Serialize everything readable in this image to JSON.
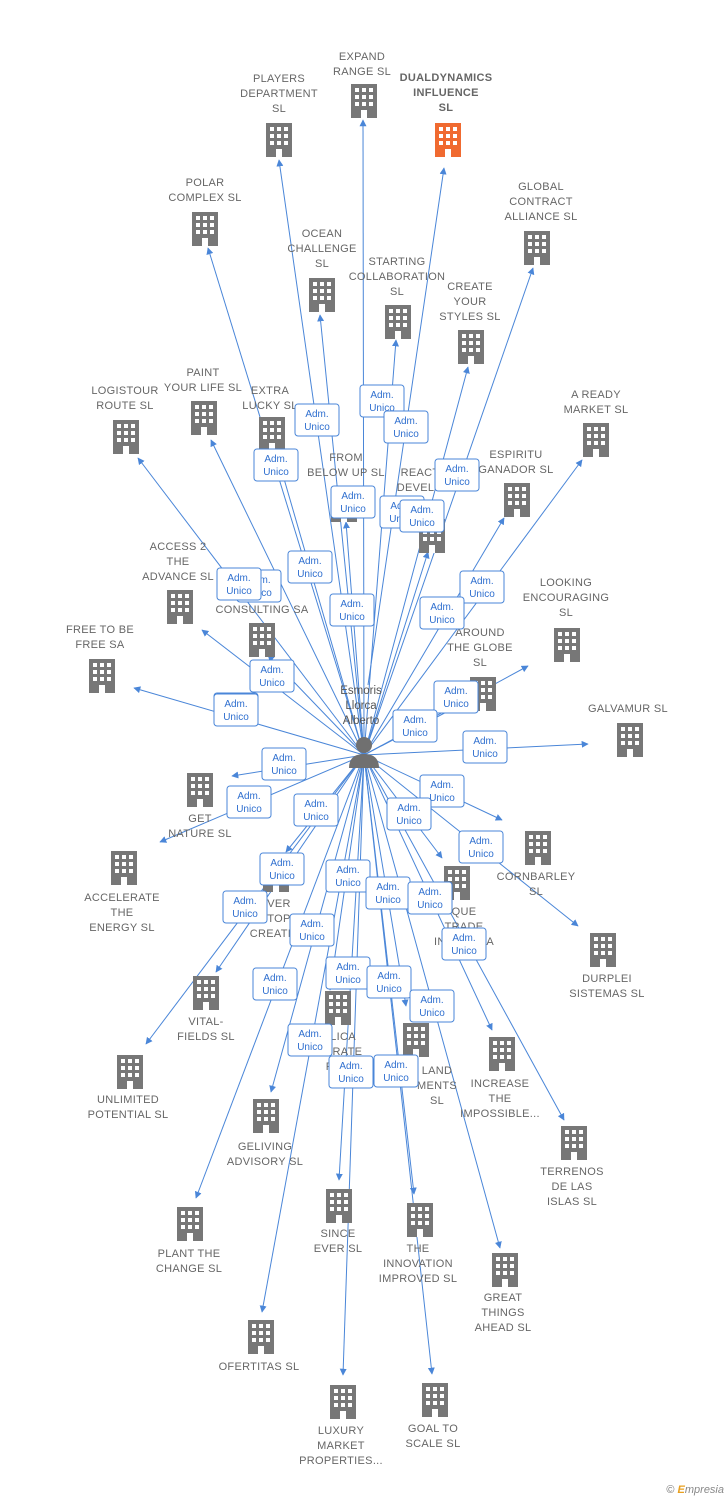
{
  "colors": {
    "edge": "#4a86d8",
    "building": "#777777",
    "highlight": "#f06a30",
    "person": "#707070",
    "role_border": "#4a86d8",
    "role_text": "#2f6fcf"
  },
  "center": {
    "name_lines": [
      "Esmoris",
      "Llorca",
      "Alberto"
    ],
    "icon": "person-icon"
  },
  "role_label_lines": [
    "Adm.",
    "Unico"
  ],
  "nodes": [
    {
      "id": "dualdynamics",
      "lines": [
        "DUALDYNAMICS",
        "INFLUENCE",
        "SL"
      ],
      "highlight": true
    },
    {
      "id": "expand-range",
      "lines": [
        "EXPAND",
        "RANGE  SL"
      ]
    },
    {
      "id": "players-department",
      "lines": [
        "PLAYERS",
        "DEPARTMENT",
        "SL"
      ]
    },
    {
      "id": "polar-complex",
      "lines": [
        "POLAR",
        "COMPLEX  SL"
      ]
    },
    {
      "id": "global-contract",
      "lines": [
        "GLOBAL",
        "CONTRACT",
        "ALLIANCE  SL"
      ]
    },
    {
      "id": "ocean-challenge",
      "lines": [
        "OCEAN",
        "CHALLENGE",
        "SL"
      ]
    },
    {
      "id": "starting-collaboration",
      "lines": [
        "STARTING",
        "COLLABORATION",
        "SL"
      ]
    },
    {
      "id": "create-your-styles",
      "lines": [
        "CREATE",
        "YOUR",
        "STYLES  SL"
      ]
    },
    {
      "id": "logistour-route",
      "lines": [
        "LOGISTOUR",
        "ROUTE  SL"
      ]
    },
    {
      "id": "paint-your-life",
      "lines": [
        "PAINT",
        "YOUR LIFE  SL"
      ]
    },
    {
      "id": "extra-lucky",
      "lines": [
        "EXTRA",
        "LUCKY  SL"
      ]
    },
    {
      "id": "a-ready-market",
      "lines": [
        "A READY",
        "MARKET  SL"
      ]
    },
    {
      "id": "from-below-up",
      "lines": [
        "FROM",
        "BELOW UP  SL"
      ]
    },
    {
      "id": "react-develo",
      "lines": [
        "REACT",
        "DEVELO",
        "SL"
      ]
    },
    {
      "id": "espiritu-ganador",
      "lines": [
        "ESPIRITU",
        "GANADOR SL"
      ]
    },
    {
      "id": "access-2-the-advance",
      "lines": [
        "ACCESS 2",
        "THE",
        "ADVANCE  SL"
      ]
    },
    {
      "id": "nox-consulting",
      "lines": [
        "NOX",
        "CONSULTING SA"
      ]
    },
    {
      "id": "looking-encouraging",
      "lines": [
        "LOOKING",
        "ENCOURAGING",
        "SL"
      ]
    },
    {
      "id": "free-to-be-free",
      "lines": [
        "FREE TO BE",
        "FREE SA"
      ]
    },
    {
      "id": "around-the-globe",
      "lines": [
        "AROUND",
        "THE GLOBE",
        "SL"
      ]
    },
    {
      "id": "galvamur",
      "lines": [
        "GALVAMUR  SL"
      ]
    },
    {
      "id": "get-nature",
      "lines": [
        "GET",
        "NATURE  SL"
      ]
    },
    {
      "id": "accelerate-the-energy",
      "lines": [
        "ACCELERATE",
        "THE",
        "ENERGY  SL"
      ]
    },
    {
      "id": "cornbarley",
      "lines": [
        "CORNBARLEY",
        "SL"
      ]
    },
    {
      "id": "never-stop-creating",
      "lines": [
        "VER",
        "TOP",
        "CREATING"
      ]
    },
    {
      "id": "unique-trade-investments",
      "lines": [
        "QUE",
        "TRADE",
        "INVEST          SA"
      ]
    },
    {
      "id": "durplei-sistemas",
      "lines": [
        "DURPLEI",
        "SISTEMAS  SL"
      ]
    },
    {
      "id": "vital-fields",
      "lines": [
        "VITAL-",
        "FIELDS  SL"
      ]
    },
    {
      "id": "publica-corporate",
      "lines": [
        "LICA",
        "ORATE",
        "FINAN"
      ]
    },
    {
      "id": "land-investments",
      "lines": [
        "LAND",
        "MENTS",
        "SL"
      ]
    },
    {
      "id": "unlimited-potential",
      "lines": [
        "UNLIMITED",
        "POTENTIAL  SL"
      ]
    },
    {
      "id": "increase-the-impossible",
      "lines": [
        "INCREASE",
        "THE",
        "IMPOSSIBLE..."
      ]
    },
    {
      "id": "geliving-advisory",
      "lines": [
        "GELIVING",
        "ADVISORY  SL"
      ]
    },
    {
      "id": "terrenos-de-las-islas",
      "lines": [
        "TERRENOS",
        "DE LAS",
        "ISLAS  SL"
      ]
    },
    {
      "id": "plant-the-change",
      "lines": [
        "PLANT THE",
        "CHANGE  SL"
      ]
    },
    {
      "id": "since-ever",
      "lines": [
        "SINCE",
        "EVER  SL"
      ]
    },
    {
      "id": "the-innovation-improved",
      "lines": [
        "THE",
        "INNOVATION",
        "IMPROVED  SL"
      ]
    },
    {
      "id": "great-things-ahead",
      "lines": [
        "GREAT",
        "THINGS",
        "AHEAD  SL"
      ]
    },
    {
      "id": "ofertitas",
      "lines": [
        "OFERTITAS  SL"
      ]
    },
    {
      "id": "luxury-market-properties",
      "lines": [
        "LUXURY",
        "MARKET",
        "PROPERTIES..."
      ]
    },
    {
      "id": "goal-to-scale",
      "lines": [
        "GOAL TO",
        "SCALE  SL"
      ]
    }
  ],
  "footer": {
    "copyright": "©",
    "brand_first": "E",
    "brand_rest": "mpresia"
  }
}
